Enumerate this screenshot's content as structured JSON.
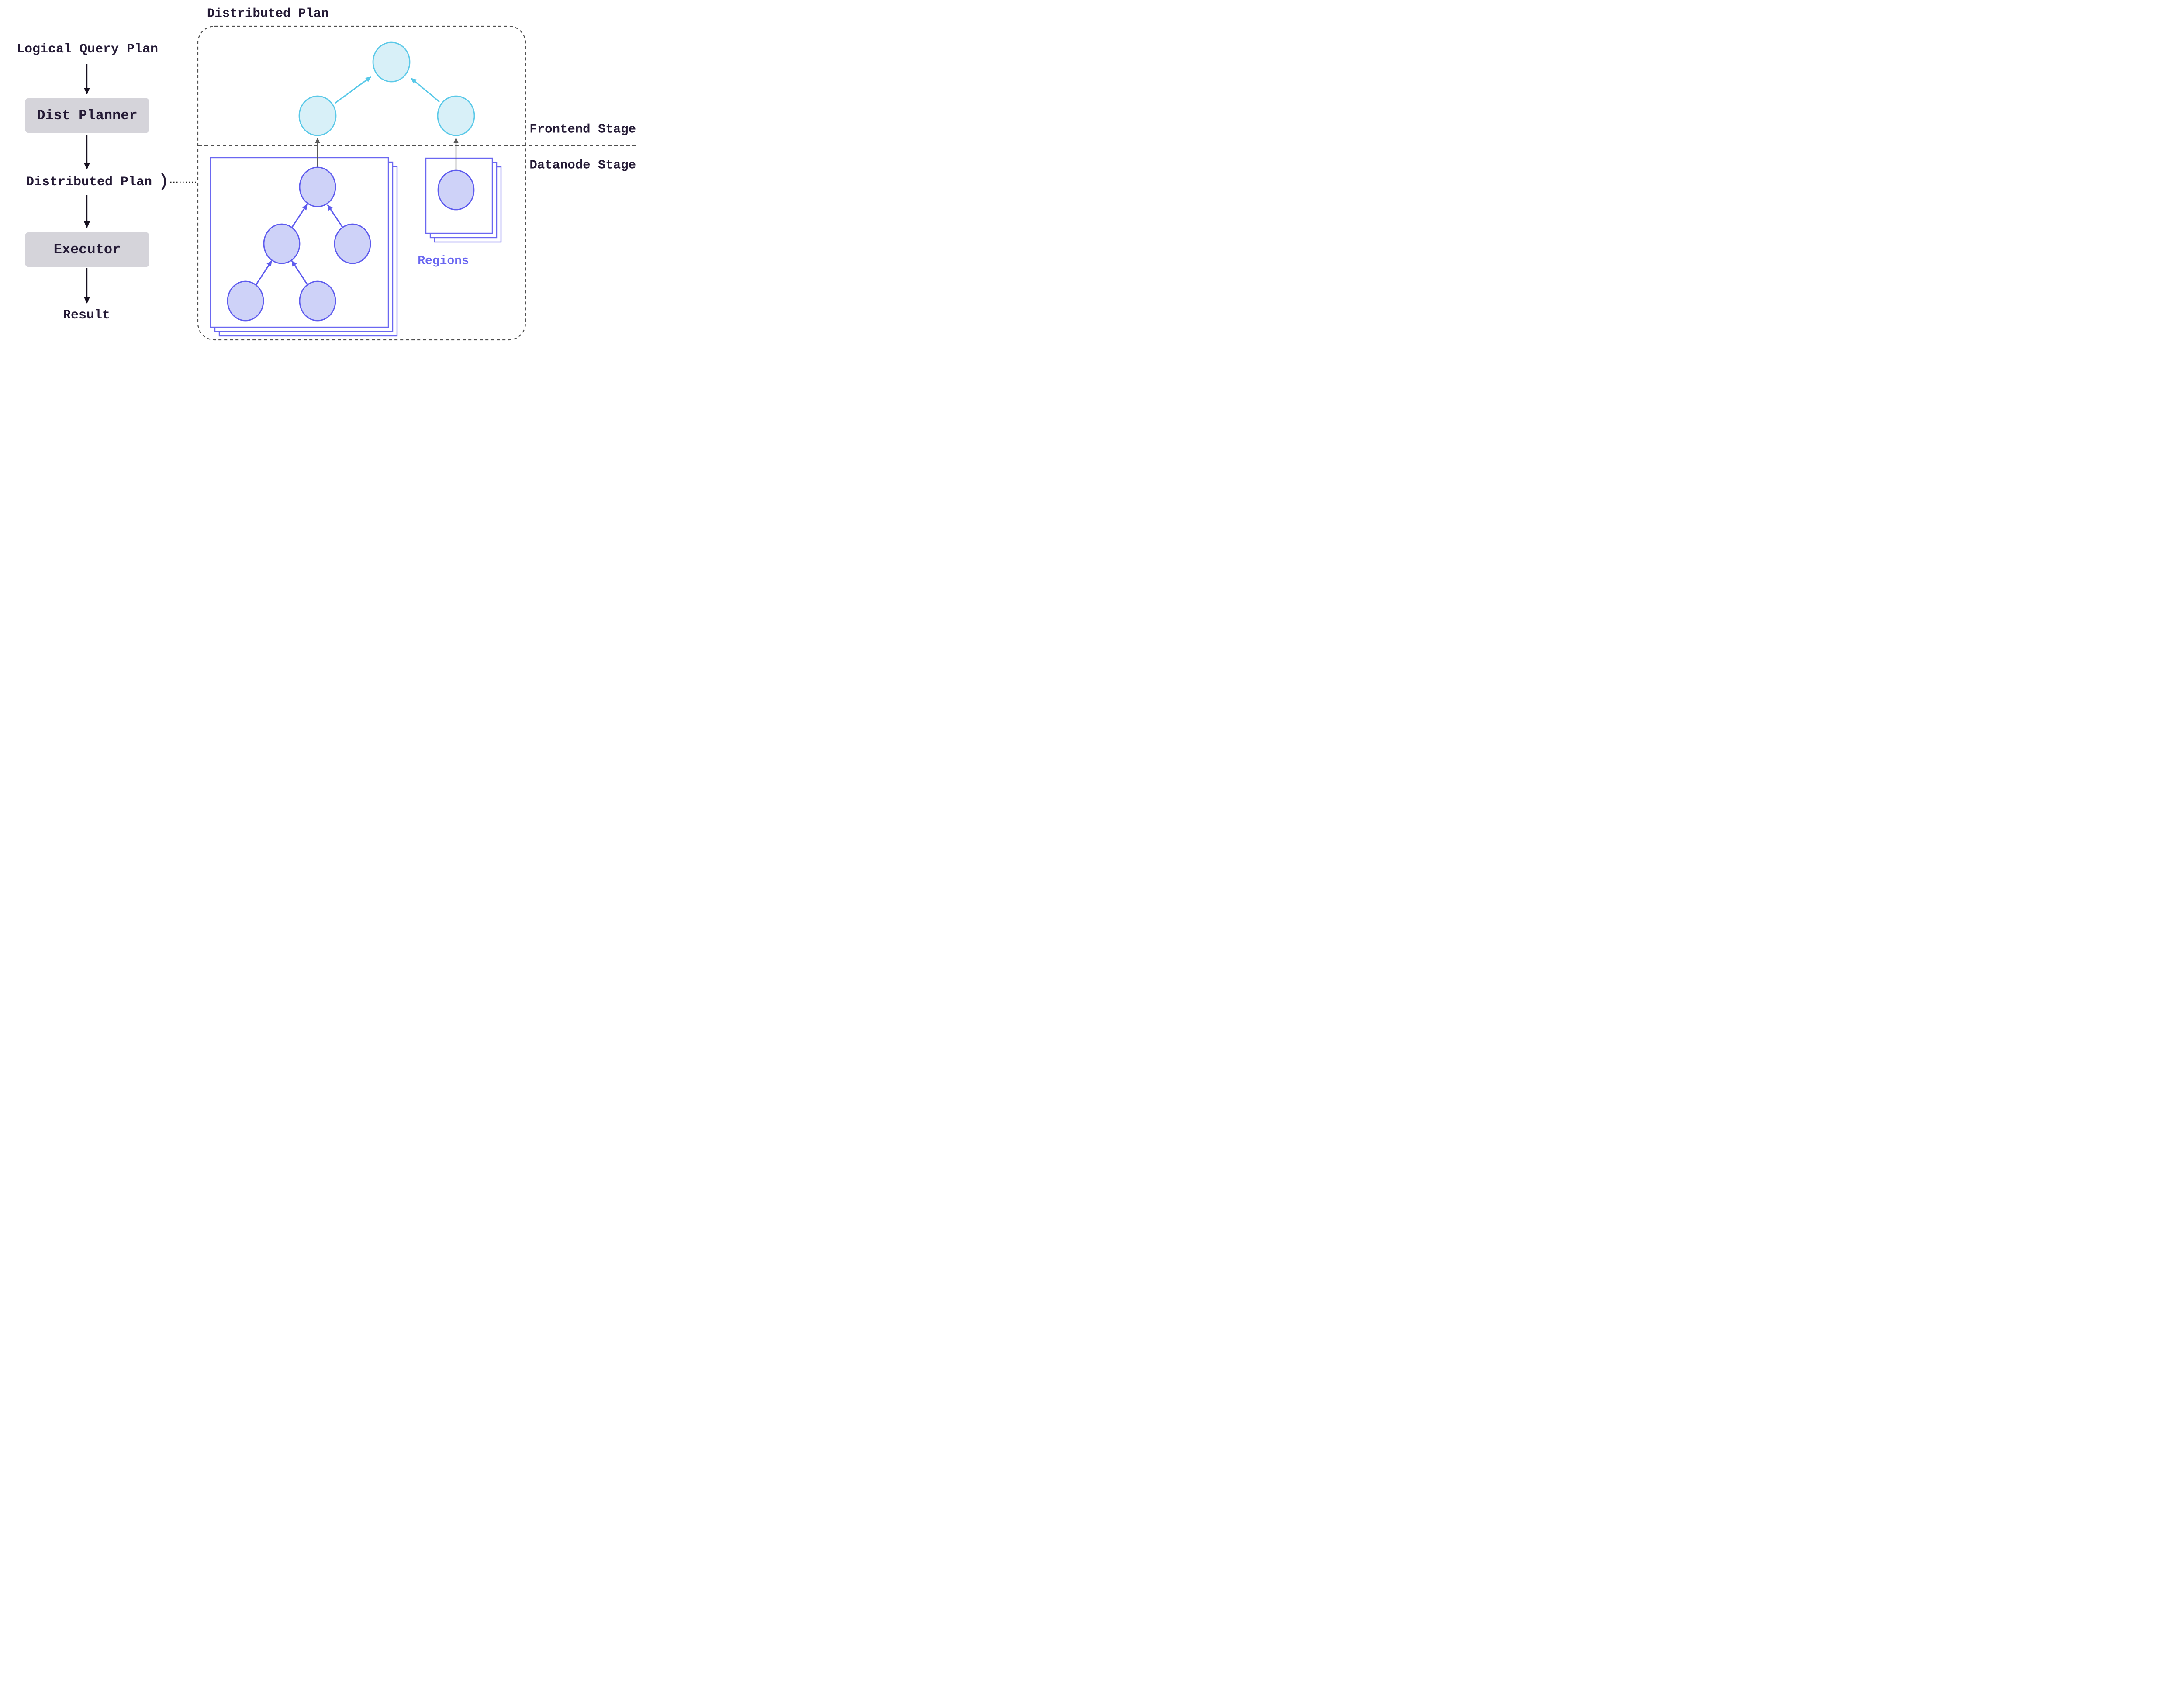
{
  "flow": {
    "logical_query_plan": "Logical Query Plan",
    "dist_planner": "Dist Planner",
    "distributed_plan": "Distributed Plan",
    "bracket": ")",
    "executor": "Executor",
    "result": "Result"
  },
  "plan_panel": {
    "title": "Distributed Plan",
    "frontend_stage_label": "Frontend Stage",
    "datanode_stage_label": "Datanode Stage",
    "regions_label": "Regions"
  },
  "diagram": {
    "frontend_nodes": 3,
    "frontend_edges": 2,
    "datanode_left_tree_nodes": 5,
    "datanode_left_tree_edges": 4,
    "datanode_right_tree_nodes": 1,
    "region_stack_layers": 3
  },
  "colors": {
    "text_dark": "#241a35",
    "box_fill": "#d5d4da",
    "cyan_node_fill": "#d8f0f8",
    "cyan_node_stroke": "#5bc9e8",
    "cyan_arrow": "#57c8e8",
    "purple_node_fill": "#ced2f8",
    "purple_node_stroke": "#5e5bee",
    "region_box_border": "#6a67f1",
    "regions_label_color": "#6a67f1",
    "dashed_border_gray": "#4f4f4f",
    "stage_arrow_gray": "#595959",
    "flow_arrow_black": "#16101f"
  }
}
